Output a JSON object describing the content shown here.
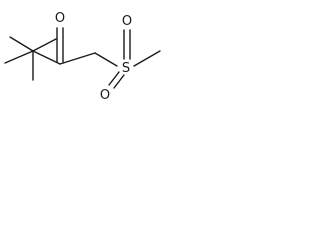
{
  "molecule": {
    "atoms": {
      "carbonyl_oxygen": "O",
      "sulfonyl_sulfur": "S",
      "sulfonyl_oxygen_left": "O",
      "sulfonyl_oxygen_top": "O"
    }
  },
  "colors": {
    "ink": "#1a1a1a",
    "background": "#ffffff"
  }
}
